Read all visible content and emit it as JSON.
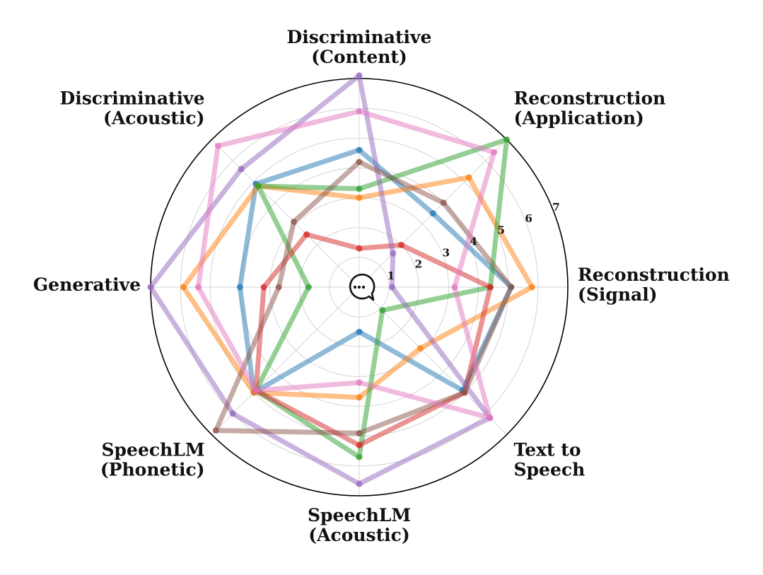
{
  "chart_data": {
    "type": "radar",
    "axes": [
      {
        "line1": "Reconstruction",
        "line2": "(Signal)"
      },
      {
        "line1": "Reconstruction",
        "line2": "(Application)"
      },
      {
        "line1": "Discriminative",
        "line2": "(Content)"
      },
      {
        "line1": "Discriminative",
        "line2": "(Acoustic)"
      },
      {
        "line1": "Generative",
        "line2": ""
      },
      {
        "line1": "SpeechLM",
        "line2": "(Phonetic)"
      },
      {
        "line1": "SpeechLM",
        "line2": "(Acoustic)"
      },
      {
        "line1": "Text to",
        "line2": "Speech"
      }
    ],
    "rlim": [
      0,
      7
    ],
    "rticks": [
      "1",
      "2",
      "3",
      "4",
      "5",
      "6",
      "7"
    ],
    "grid": true,
    "center_icon": "speech-bubble-ellipsis-icon",
    "series": [
      {
        "color": "#1f77b4",
        "values": [
          5.1,
          3.5,
          4.6,
          4.9,
          4.0,
          5.0,
          1.5,
          4.9
        ]
      },
      {
        "color": "#ff7f0e",
        "values": [
          5.8,
          5.2,
          3.0,
          4.8,
          5.9,
          5.0,
          3.7,
          2.9
        ]
      },
      {
        "color": "#2ca02c",
        "values": [
          4.4,
          7.0,
          3.3,
          4.8,
          1.7,
          4.9,
          5.7,
          1.1
        ]
      },
      {
        "color": "#d62728",
        "values": [
          4.4,
          2.0,
          1.3,
          2.5,
          3.2,
          4.9,
          5.3,
          5.0
        ]
      },
      {
        "color": "#9467bd",
        "values": [
          1.1,
          1.6,
          7.1,
          5.6,
          7.0,
          6.0,
          6.6,
          6.2
        ]
      },
      {
        "color": "#8c564b",
        "values": [
          5.1,
          4.0,
          4.2,
          3.1,
          2.7,
          6.8,
          4.9,
          5.0
        ]
      },
      {
        "color": "#e377c2",
        "values": [
          3.2,
          6.4,
          5.9,
          6.7,
          5.4,
          4.9,
          3.2,
          6.2
        ]
      }
    ]
  }
}
